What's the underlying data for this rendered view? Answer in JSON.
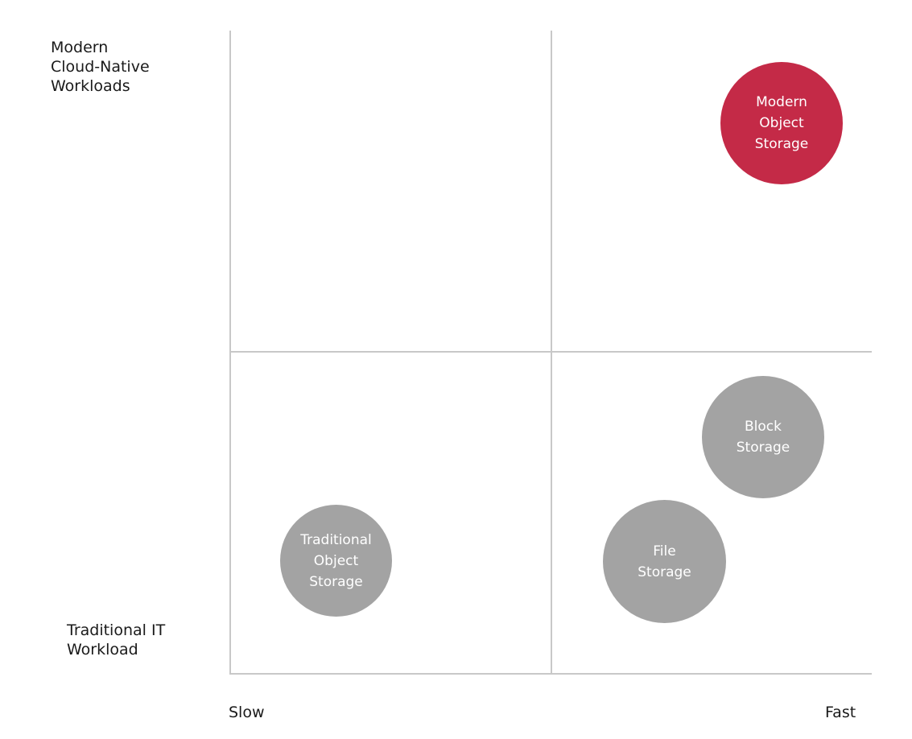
{
  "axes": {
    "y_top_label": "Modern\nCloud-Native\nWorkloads",
    "y_bottom_label": "Traditional IT\nWorkload",
    "x_left_label": "Slow",
    "x_right_label": "Fast"
  },
  "bubbles": [
    {
      "label": "Modern\nObject\nStorage",
      "color": "#c42a47"
    },
    {
      "label": "Block\nStorage",
      "color": "#a3a3a3"
    },
    {
      "label": "File\nStorage",
      "color": "#a3a3a3"
    },
    {
      "label": "Traditional\nObject\nStorage",
      "color": "#a3a3a3"
    }
  ],
  "colors": {
    "grid_line": "#c8c8c8",
    "accent": "#c42a47",
    "neutral": "#a3a3a3"
  }
}
